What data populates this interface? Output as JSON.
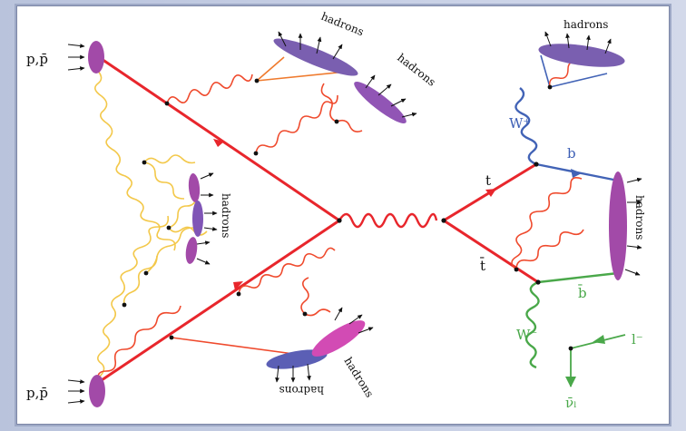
{
  "labels": {
    "beam_top": "p,p̄",
    "beam_bottom": "p,p̄",
    "hadrons_top_1": "hadrons",
    "hadrons_top_2": "hadrons",
    "hadrons_left": "hadrons",
    "hadrons_bottom": "hadrons",
    "hadrons_topright": "hadrons",
    "hadrons_right": "hadrons",
    "top": "t",
    "antitop": "t̄",
    "w_plus": "W⁺",
    "w_minus": "W⁻",
    "b": "b",
    "bbar": "b̄",
    "lepton": "l⁻",
    "neutrino": "ν̄ₗ"
  },
  "colors": {
    "quark_red": "#e8262c",
    "gluon_orange": "#ef4a2d",
    "gluon_yellow": "#f3c84a",
    "w_plus_blue": "#4263b6",
    "w_minus_green": "#4aa84a",
    "proton_purple": "#a24aa8",
    "hadron_violet": "#7a5fb0",
    "hadron_magenta": "#d24bb4"
  }
}
